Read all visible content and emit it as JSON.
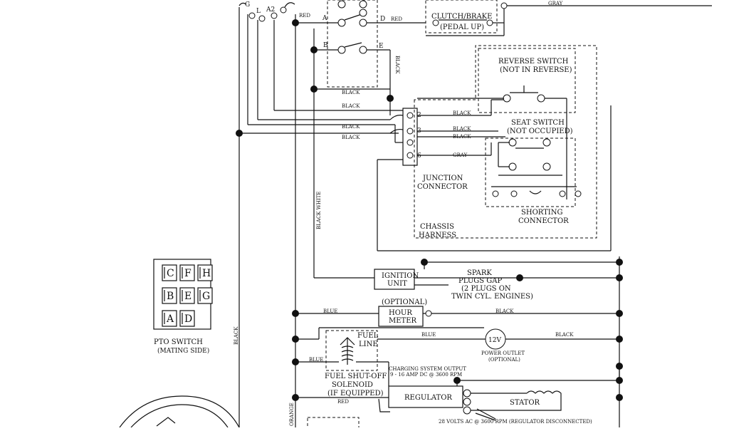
{
  "labels": {
    "clutch_brake": "CLUTCH/BRAKE",
    "pedal_up": "(PEDAL UP)",
    "reverse_switch": "REVERSE SWITCH",
    "not_in_reverse": "(NOT IN REVERSE)",
    "seat_switch": "SEAT SWITCH",
    "not_occupied": "(NOT OCCUPIED)",
    "junction": "JUNCTION",
    "connector": "CONNECTOR",
    "shorting": "SHORTING",
    "shorting_connector": "CONNECTOR",
    "chassis": "CHASSIS",
    "harness": "HARNESS",
    "ignition": "IGNITION",
    "unit": "UNIT",
    "spark": "SPARK",
    "plugs_gap": "PLUGS GAP",
    "two_plugs": "(2 PLUGS ON",
    "twin_cyl": "TWIN CYL. ENGINES)",
    "optional": "(OPTIONAL)",
    "hour": "HOUR",
    "meter": "METER",
    "fuel": "FUEL",
    "line": "LINE",
    "power_outlet_value": "12V",
    "power_outlet": "POWER OUTLET",
    "power_outlet_optional": "(OPTIONAL)",
    "charging_output": "CHARGING SYSTEM OUTPUT",
    "charging_spec": "9 - 16 AMP DC @ 3600 RPM",
    "fuel_shutoff": "FUEL SHUT-OFF",
    "solenoid": "SOLENOID",
    "if_equipped": "(IF EQUIPPED)",
    "regulator": "REGULATOR",
    "stator": "STATOR",
    "stator_spec": "28 VOLTS AC @ 3600 RPM (REGULATOR DISCONNECTED)",
    "pto_switch": "PTO SWITCH",
    "mating_side": "(MATING SIDE)",
    "point_g": "G",
    "point_l": "L",
    "point_a2": "A2",
    "point_a": "A",
    "point_b": "B",
    "point_d": "D",
    "point_e": "E",
    "pin_2": "2",
    "pin_3": "3",
    "pin_6": "6"
  },
  "wire_colors": {
    "red": "RED",
    "gray": "GRAY",
    "black": "BLACK",
    "blue": "BLUE",
    "black_white": "BLACK WHITE",
    "orange": "ORANGE"
  },
  "pto_pins": [
    "C",
    "F",
    "H",
    "B",
    "E",
    "G",
    "A",
    "D"
  ]
}
